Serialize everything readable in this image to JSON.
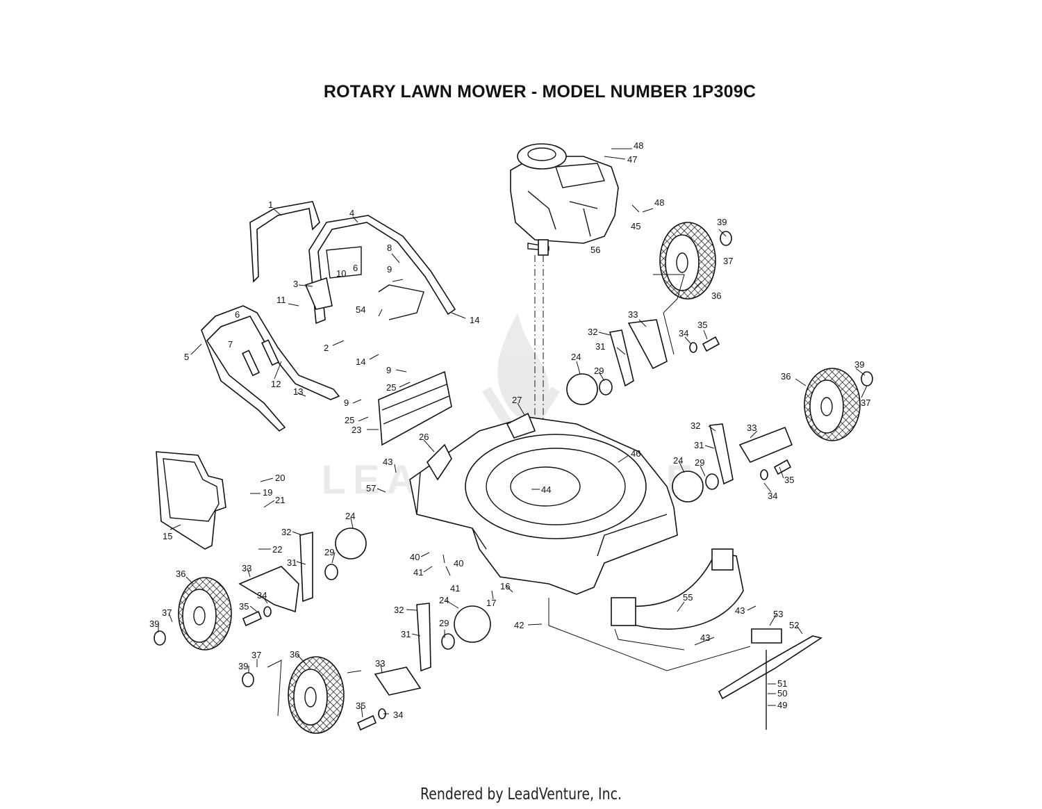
{
  "title": "ROTARY LAWN MOWER - MODEL NUMBER 1P309C",
  "footer": "Rendered by LeadVenture, Inc.",
  "watermark": "LEADVENTURE",
  "callouts": [
    {
      "id": "c1",
      "text": "1"
    },
    {
      "id": "c4",
      "text": "4"
    },
    {
      "id": "c48a",
      "text": "48"
    },
    {
      "id": "c47",
      "text": "47"
    },
    {
      "id": "c48b",
      "text": "48"
    },
    {
      "id": "c45",
      "text": "45"
    },
    {
      "id": "c39a",
      "text": "39"
    },
    {
      "id": "c37a",
      "text": "37"
    },
    {
      "id": "c56",
      "text": "56"
    },
    {
      "id": "c8",
      "text": "8"
    },
    {
      "id": "c9a",
      "text": "9"
    },
    {
      "id": "c10",
      "text": "10"
    },
    {
      "id": "c6a",
      "text": "6"
    },
    {
      "id": "c3",
      "text": "3"
    },
    {
      "id": "c11",
      "text": "11"
    },
    {
      "id": "c54",
      "text": "54"
    },
    {
      "id": "c14a",
      "text": "14"
    },
    {
      "id": "c36a",
      "text": "36"
    },
    {
      "id": "c6b",
      "text": "6"
    },
    {
      "id": "c7",
      "text": "7"
    },
    {
      "id": "c5",
      "text": "5"
    },
    {
      "id": "c2",
      "text": "2"
    },
    {
      "id": "c14b",
      "text": "14"
    },
    {
      "id": "c33a",
      "text": "33"
    },
    {
      "id": "c32a",
      "text": "32"
    },
    {
      "id": "c35a",
      "text": "35"
    },
    {
      "id": "c31a",
      "text": "31"
    },
    {
      "id": "c34a",
      "text": "34"
    },
    {
      "id": "c9b",
      "text": "9"
    },
    {
      "id": "c24a",
      "text": "24"
    },
    {
      "id": "c29a",
      "text": "29"
    },
    {
      "id": "c39b",
      "text": "39"
    },
    {
      "id": "c12",
      "text": "12"
    },
    {
      "id": "c25a",
      "text": "25"
    },
    {
      "id": "c36b",
      "text": "36"
    },
    {
      "id": "c37b",
      "text": "37"
    },
    {
      "id": "c13",
      "text": "13"
    },
    {
      "id": "c9c",
      "text": "9"
    },
    {
      "id": "c27",
      "text": "27"
    },
    {
      "id": "c25b",
      "text": "25"
    },
    {
      "id": "c23",
      "text": "23"
    },
    {
      "id": "c32b",
      "text": "32"
    },
    {
      "id": "c33b",
      "text": "33"
    },
    {
      "id": "c26",
      "text": "26"
    },
    {
      "id": "c31b",
      "text": "31"
    },
    {
      "id": "c46",
      "text": "46"
    },
    {
      "id": "c43a",
      "text": "43"
    },
    {
      "id": "c24b",
      "text": "24"
    },
    {
      "id": "c29b",
      "text": "29"
    },
    {
      "id": "c35b",
      "text": "35"
    },
    {
      "id": "c20",
      "text": "20"
    },
    {
      "id": "c57",
      "text": "57"
    },
    {
      "id": "c19",
      "text": "19"
    },
    {
      "id": "c44",
      "text": "44"
    },
    {
      "id": "c34b",
      "text": "34"
    },
    {
      "id": "c21",
      "text": "21"
    },
    {
      "id": "c24c",
      "text": "24"
    },
    {
      "id": "c15",
      "text": "15"
    },
    {
      "id": "c32c",
      "text": "32"
    },
    {
      "id": "c22",
      "text": "22"
    },
    {
      "id": "c29c",
      "text": "29"
    },
    {
      "id": "c40a",
      "text": "40"
    },
    {
      "id": "c40b",
      "text": "40"
    },
    {
      "id": "c31c",
      "text": "31"
    },
    {
      "id": "c41a",
      "text": "41"
    },
    {
      "id": "c41b",
      "text": "41"
    },
    {
      "id": "c36c",
      "text": "36"
    },
    {
      "id": "c33c",
      "text": "33"
    },
    {
      "id": "c16",
      "text": "16"
    },
    {
      "id": "c17",
      "text": "17"
    },
    {
      "id": "c34c",
      "text": "34"
    },
    {
      "id": "c55",
      "text": "55"
    },
    {
      "id": "c24d",
      "text": "24"
    },
    {
      "id": "c32d",
      "text": "32"
    },
    {
      "id": "c43b",
      "text": "43"
    },
    {
      "id": "c53",
      "text": "53"
    },
    {
      "id": "c37c",
      "text": "37"
    },
    {
      "id": "c35c",
      "text": "35"
    },
    {
      "id": "c42",
      "text": "42"
    },
    {
      "id": "c29d",
      "text": "29"
    },
    {
      "id": "c31d",
      "text": "31"
    },
    {
      "id": "c52",
      "text": "52"
    },
    {
      "id": "c39c",
      "text": "39"
    },
    {
      "id": "c43c",
      "text": "43"
    },
    {
      "id": "c37d",
      "text": "37"
    },
    {
      "id": "c36d",
      "text": "36"
    },
    {
      "id": "c39d",
      "text": "39"
    },
    {
      "id": "c33d",
      "text": "33"
    },
    {
      "id": "c51",
      "text": "51"
    },
    {
      "id": "c50",
      "text": "50"
    },
    {
      "id": "c35d",
      "text": "35"
    },
    {
      "id": "c34d",
      "text": "34"
    },
    {
      "id": "c49",
      "text": "49"
    }
  ]
}
